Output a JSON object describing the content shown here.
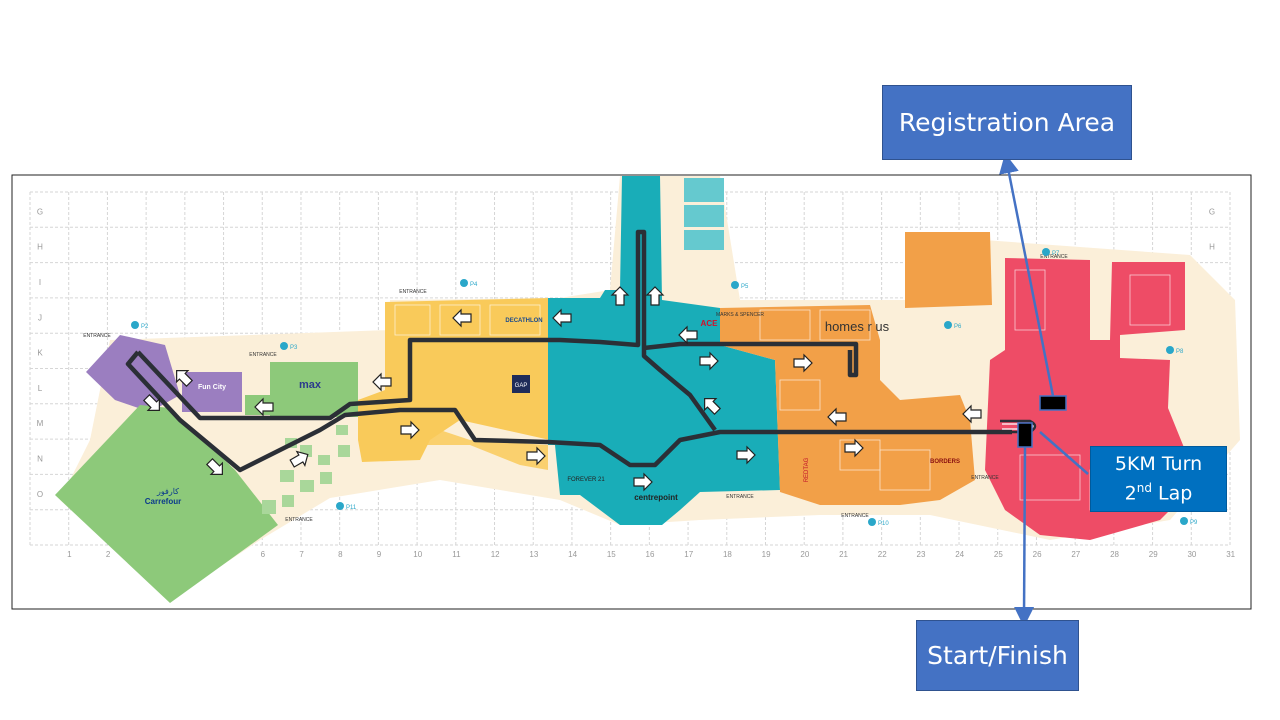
{
  "colors": {
    "purple": "#9B7EC0",
    "green": "#8DC97A",
    "yellow": "#F9CA5A",
    "teal": "#19ADB8",
    "orange": "#F2A048",
    "red": "#EE4C66",
    "route": "#2B2F36",
    "callout": "#4472C4",
    "callout_dark": "#0070C0"
  },
  "grid": {
    "rows": [
      "G",
      "H",
      "I",
      "J",
      "K",
      "L",
      "M",
      "N",
      "O"
    ],
    "cols": [
      "1",
      "2",
      "3",
      "4",
      "5",
      "6",
      "7",
      "8",
      "9",
      "10",
      "11",
      "12",
      "13",
      "14",
      "15",
      "16",
      "17",
      "18",
      "19",
      "20",
      "21",
      "22",
      "23",
      "24",
      "25",
      "26",
      "27",
      "28",
      "29",
      "30",
      "31"
    ]
  },
  "map_labels": {
    "entrance": "ENTRANCE",
    "carrefour": "Carrefour",
    "carrefour_ar": "كارفور",
    "funcity": "Fun City",
    "max": "max",
    "decathlon": "DECATHLON",
    "gap": "GAP",
    "homes_r_us": "homes r us",
    "marks_spencer": "MARKS & SPENCER",
    "ace": "ACE",
    "centrepoint": "centrepoint",
    "forever21": "FOREVER 21",
    "redtag": "REDTAG",
    "borders": "BORDERS",
    "parking": [
      "P2",
      "P3",
      "P4",
      "P5",
      "P6",
      "P7",
      "P8",
      "P9",
      "P10",
      "P11"
    ]
  },
  "callouts": {
    "registration": "Registration Area",
    "start_finish": "Start/Finish",
    "turn_line1": "5KM Turn",
    "turn_line2_num": "2",
    "turn_line2_sup": "nd",
    "turn_line2_word": "Lap"
  }
}
